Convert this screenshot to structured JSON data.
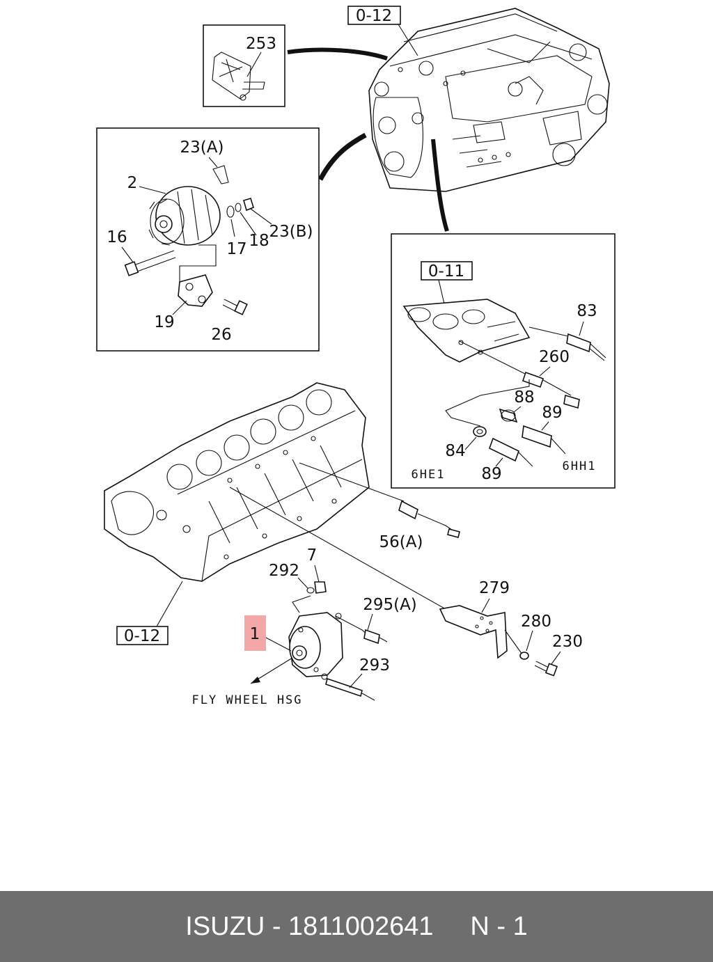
{
  "footer": {
    "brand": "ISUZU",
    "sep1": " - ",
    "part_number": "1811002641",
    "gap": "     ",
    "page": "N - 1"
  },
  "refs": {
    "top_engine": "0-12",
    "block": "0-12",
    "head": "0-11"
  },
  "callouts": {
    "p253": "253",
    "p23a": "23(A)",
    "p2": "2",
    "p16": "16",
    "p17": "17",
    "p18": "18",
    "p23b": "23(B)",
    "p19": "19",
    "p26": "26",
    "p83": "83",
    "p260": "260",
    "p88": "88",
    "p89a": "89",
    "p84": "84",
    "p89b": "89",
    "v6he1": "6HE1",
    "v6hh1": "6HH1",
    "p56a": "56(A)",
    "p292": "292",
    "p7": "7",
    "p2950": "295(A)",
    "p279": "279",
    "p280": "280",
    "p230": "230",
    "p293": "293",
    "p1": "1"
  },
  "annotation": {
    "flywheel": "FLY WHEEL HSG"
  },
  "colors": {
    "highlight": "#f4a7a7",
    "footer_bg": "#6e6e6e",
    "line": "#111111"
  }
}
